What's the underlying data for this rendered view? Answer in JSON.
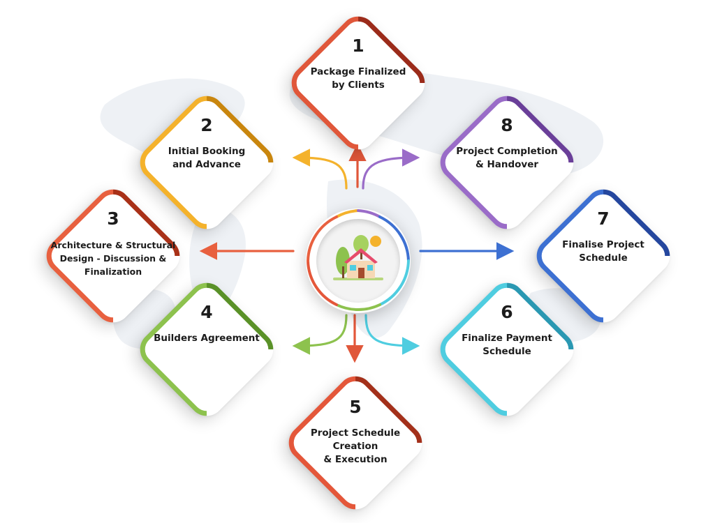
{
  "diagram": {
    "hub": {
      "icon": "house-with-trees-icon"
    },
    "steps": [
      {
        "number": "1",
        "label": "Package Finalized\nby Clients",
        "color": "#e0573a",
        "color_dark": "#9b2b1a"
      },
      {
        "number": "2",
        "label": "Initial Booking\nand Advance",
        "color": "#f4b22c",
        "color_dark": "#c9860e"
      },
      {
        "number": "3",
        "label": "Architecture & Structural\nDesign - Discussion &\nFinalization",
        "color": "#e8603f",
        "color_dark": "#a93118"
      },
      {
        "number": "4",
        "label": "Builders Agreement",
        "color": "#8dc24e",
        "color_dark": "#5a9128"
      },
      {
        "number": "5",
        "label": "Project Schedule\nCreation\n& Execution",
        "color": "#e4573a",
        "color_dark": "#a3301a"
      },
      {
        "number": "6",
        "label": "Finalize Payment\nSchedule",
        "color": "#4fcde0",
        "color_dark": "#2a98b2"
      },
      {
        "number": "7",
        "label": "Finalise Project\nSchedule",
        "color": "#3d70d2",
        "color_dark": "#25479e"
      },
      {
        "number": "8",
        "label": "Project Completion\n& Handover",
        "color": "#9a6cc8",
        "color_dark": "#6a3f99"
      }
    ]
  }
}
